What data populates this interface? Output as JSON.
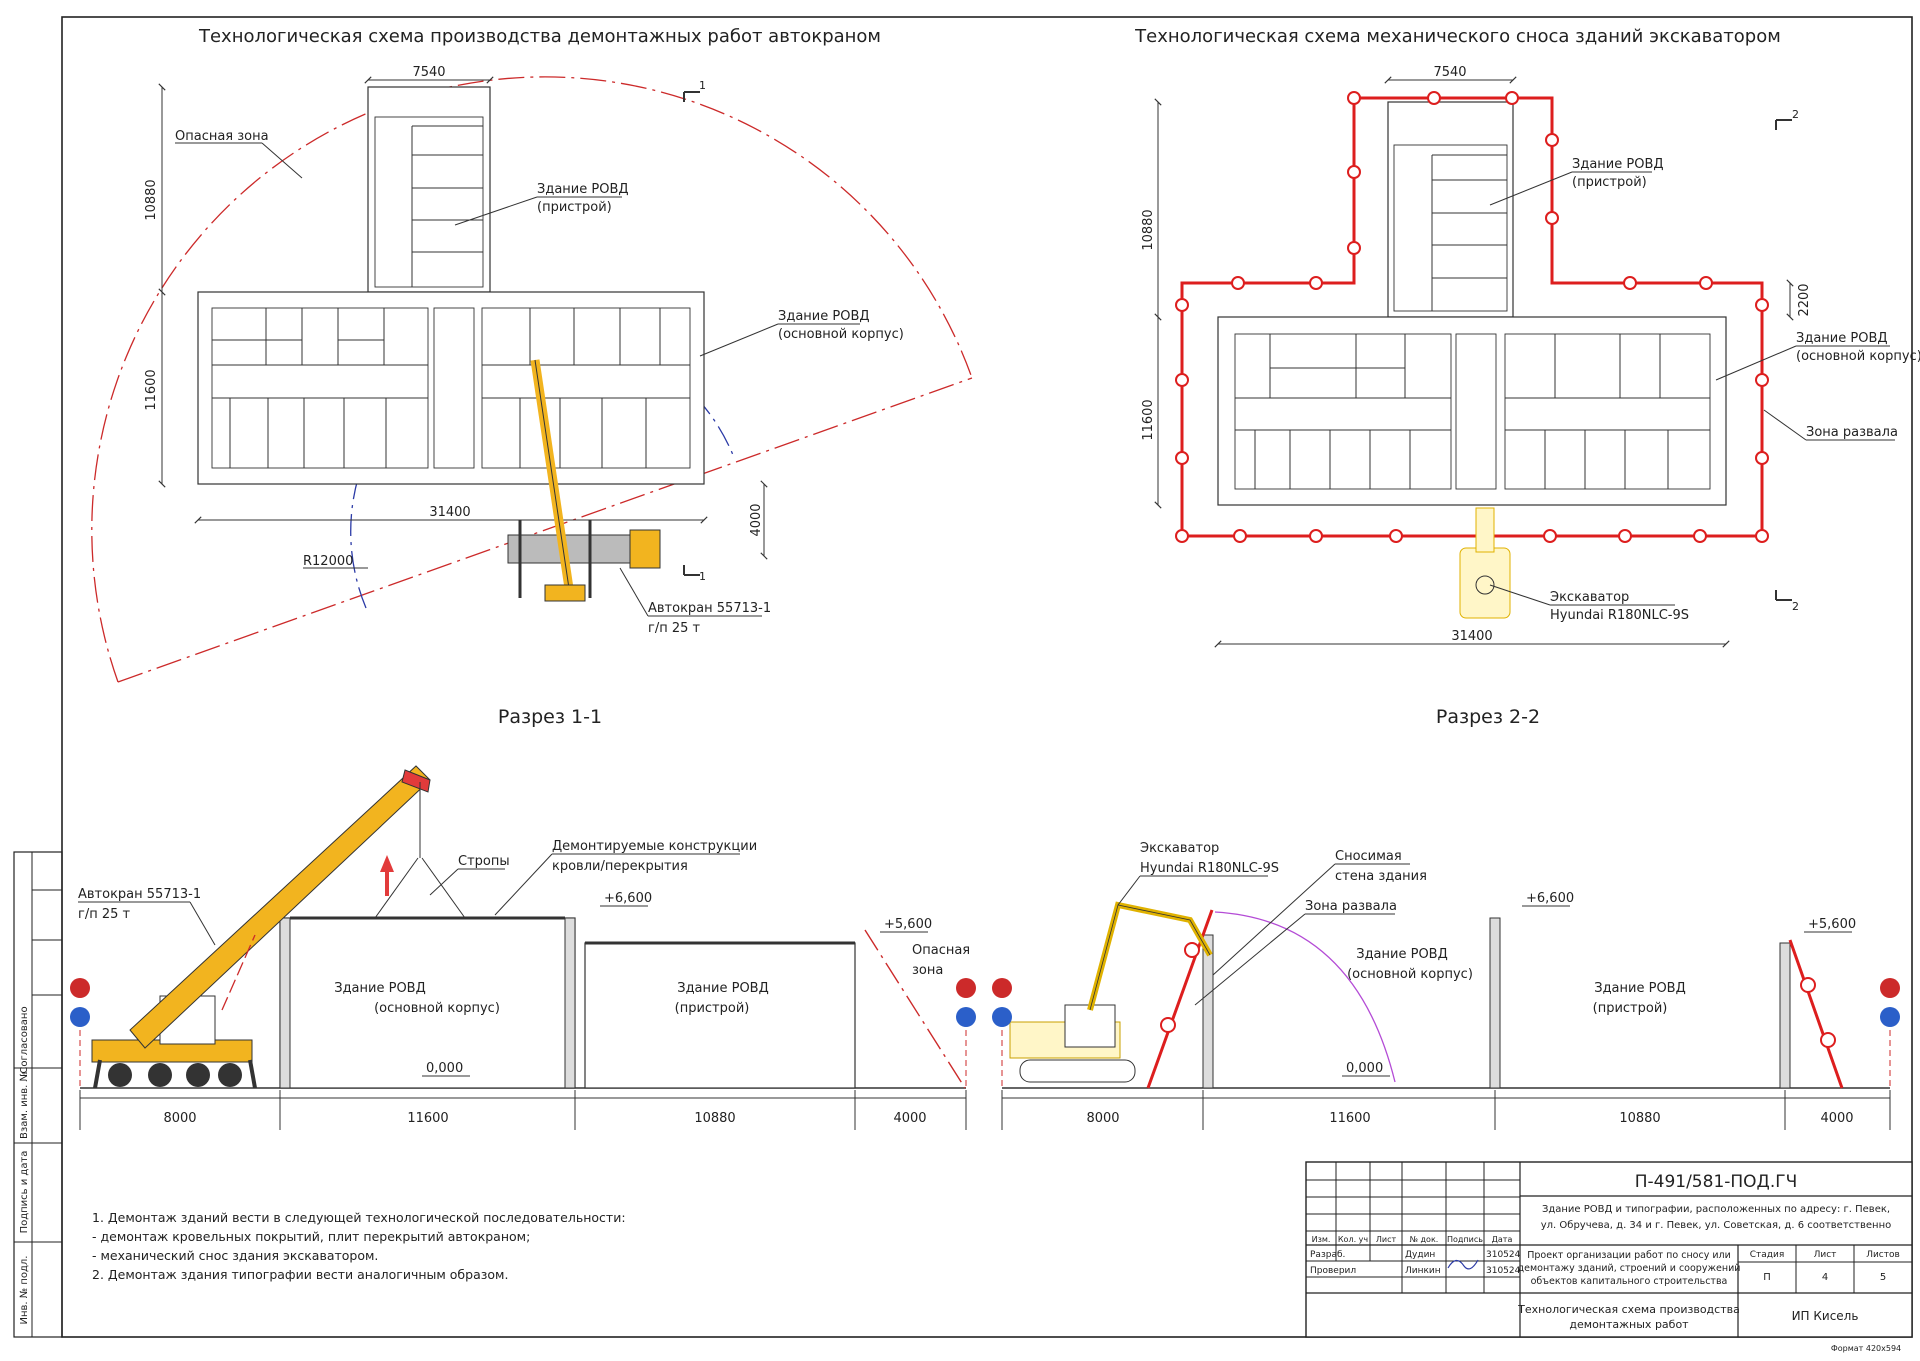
{
  "left_plan": {
    "title": "Технологическая схема производства демонтажных работ автокраном",
    "dim_top": "7540",
    "dim_left_upper": "10880",
    "dim_left_lower": "11600",
    "dim_bottom": "31400",
    "dim_right": "4000",
    "radius_label": "R12000",
    "danger_zone_label": "Опасная зона",
    "annex_label_1": "Здание РОВД",
    "annex_label_2": "(пристрой)",
    "main_label_1": "Здание РОВД",
    "main_label_2": "(основной корпус)",
    "crane_label_1": "Автокран 55713-1",
    "crane_label_2": "г/п 25 т",
    "section_mark": "1"
  },
  "right_plan": {
    "title": "Технологическая схема механического сноса зданий экскаватором",
    "dim_top": "7540",
    "dim_left_upper": "10880",
    "dim_left_lower": "11600",
    "dim_right": "2200",
    "dim_bottom": "31400",
    "annex_label_1": "Здание РОВД",
    "annex_label_2": "(пристрой)",
    "main_label_1": "Здание РОВД",
    "main_label_2": "(основной корпус)",
    "collapse_zone_label": "Зона развала",
    "excavator_label_1": "Экскаватор",
    "excavator_label_2": "Hyundai R180NLC-9S",
    "section_mark": "2"
  },
  "section_1": {
    "title": "Разрез 1-1",
    "crane_label_1": "Автокран 55713-1",
    "crane_label_2": "г/п 25 т",
    "slings_label": "Стропы",
    "dismantled_label_1": "Демонтируемые конструкции",
    "dismantled_label_2": "кровли/перекрытия",
    "main_label_1": "Здание РОВД",
    "main_label_2": "(основной корпус)",
    "annex_label_1": "Здание РОВД",
    "annex_label_2": "(пристрой)",
    "level_main": "+6,600",
    "level_annex": "+5,600",
    "level_zero": "0,000",
    "danger_label_1": "Опасная",
    "danger_label_2": "зона",
    "dims": [
      "8000",
      "11600",
      "10880",
      "4000"
    ]
  },
  "section_2": {
    "title": "Разрез 2-2",
    "excavator_label_1": "Экскаватор",
    "excavator_label_2": "Hyundai R180NLC-9S",
    "demolished_label_1": "Сносимая",
    "demolished_label_2": "стена здания",
    "collapse_label": "Зона развала",
    "main_label_1": "Здание РОВД",
    "main_label_2": "(основной корпус)",
    "annex_label_1": "Здание РОВД",
    "annex_label_2": "(пристрой)",
    "level_main": "+6,600",
    "level_annex": "+5,600",
    "level_zero": "0,000",
    "dims": [
      "8000",
      "11600",
      "10880",
      "4000"
    ]
  },
  "notes": [
    "1. Демонтаж зданий вести в следующей технологической последовательности:",
    "- демонтаж кровельных покрытий, плит перекрытий автокраном;",
    "- механический снос здания экскаватором.",
    "2. Демонтаж здания типографии вести аналогичным образом."
  ],
  "side_stamp": [
    "Согласовано",
    "Взам. инв. №",
    "Подпись и дата",
    "Инв. № подл."
  ],
  "title_block": {
    "code": "П-491/581-ПОД.ГЧ",
    "object_1": "Здание РОВД и типографии, расположенных по адресу: г. Певек,",
    "object_2": "ул. Обручева, д. 34 и г. Певек, ул. Советская, д. 6 соответственно",
    "col_izm": "Изм.",
    "col_kol": "Кол. уч",
    "col_list": "Лист",
    "col_doc": "№ док.",
    "col_sign": "Подпись",
    "col_date": "Дата",
    "dev_role": "Разраб.",
    "dev_name": "Дудин",
    "dev_date": "310524",
    "check_role": "Проверил",
    "check_name": "Линкин",
    "check_date": "310524",
    "project_1": "Проект организации работ по сносу или",
    "project_2": "демонтажу зданий, строений и сооружений",
    "project_3": "объектов капитального строительства",
    "stage_h": "Стадия",
    "sheet_h": "Лист",
    "sheets_h": "Листов",
    "stage": "П",
    "sheet": "4",
    "sheets": "5",
    "drawing_1": "Технологическая схема производства",
    "drawing_2": "демонтажных работ",
    "company": "ИП Кисель",
    "format": "Формат 420х594"
  },
  "colors": {
    "line": "#333333",
    "danger": "#cc2a2a",
    "crane": "#f2b41f",
    "radius": "#2b3aa6",
    "trajectory": "#b44cd6"
  }
}
